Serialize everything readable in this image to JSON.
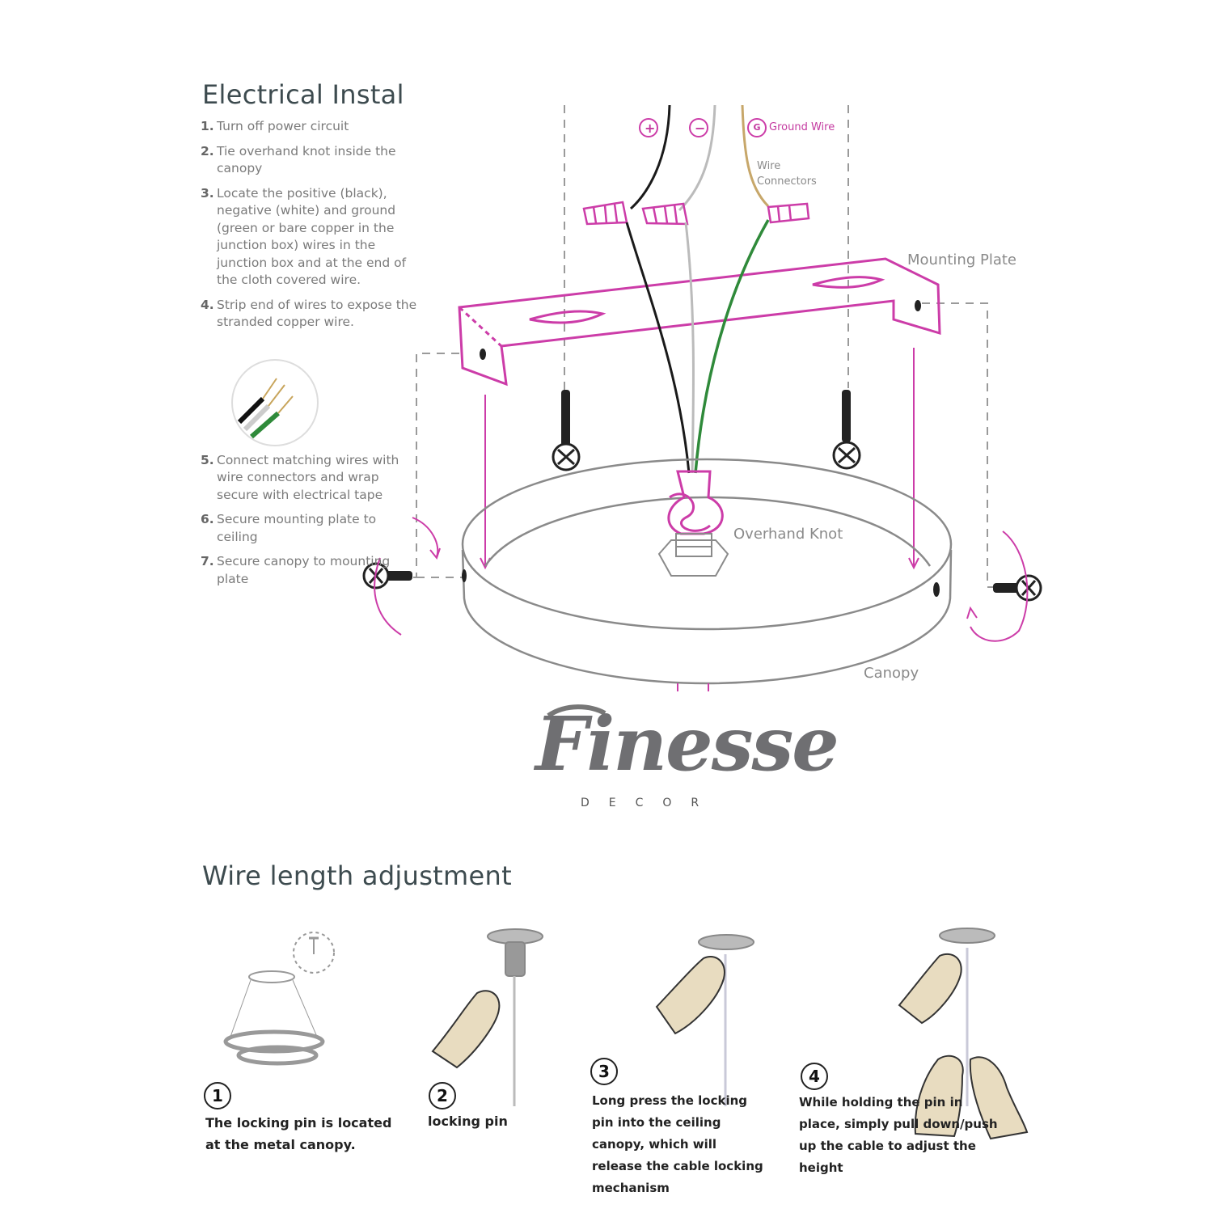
{
  "install": {
    "title": "Electrical Instal",
    "steps": [
      {
        "num": "1.",
        "text": "Turn off power circuit"
      },
      {
        "num": "2.",
        "text": "Tie overhand knot inside the canopy"
      },
      {
        "num": "3.",
        "text": "Locate the positive (black), negative (white) and ground (green or bare copper in the junction box) wires in the junction box and at the end of the cloth covered wire."
      },
      {
        "num": "4.",
        "text": "Strip end of wires to expose the stranded copper wire."
      },
      {
        "num": "5.",
        "text": "Connect matching wires with wire connectors and wrap secure with electrical tape"
      },
      {
        "num": "6.",
        "text": "Secure mounting plate to ceiling"
      },
      {
        "num": "7.",
        "text": "Secure canopy to mounting plate"
      }
    ],
    "labels": {
      "plus": "+",
      "minus": "−",
      "ground_letter": "G",
      "ground_wire": "Ground Wire",
      "wire_connectors": "Wire Connectors",
      "mounting_plate": "Mounting Plate",
      "overhand_knot": "Overhand Knot",
      "canopy": "Canopy"
    },
    "colors": {
      "accent": "#cc3ca8",
      "black_wire": "#1a1a1a",
      "green_wire": "#2f8a3a",
      "outline": "#8a8a8a"
    }
  },
  "logo": {
    "word": "Finesse",
    "sub": "DECOR"
  },
  "adjust": {
    "title": "Wire length adjustment",
    "steps": [
      {
        "num": "1",
        "caption": "The locking pin is located at the metal canopy."
      },
      {
        "num": "2",
        "caption": "locking pin"
      },
      {
        "num": "3",
        "caption": "Long press the locking pin into the ceiling canopy, which will release the cable locking mechanism"
      },
      {
        "num": "4",
        "caption": "While holding the pin in place, simply pull down/push up the cable to adjust the height"
      }
    ]
  }
}
